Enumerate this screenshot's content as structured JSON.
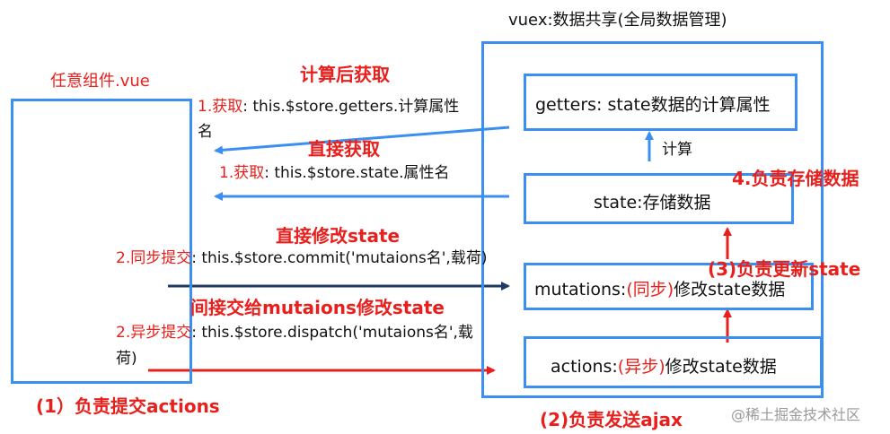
{
  "diagram": {
    "component_title": "任意组件.vue",
    "vuex_title": "vuex:数据共享(全局数据管理)",
    "getters_box": "getters: state数据的计算属性",
    "state_box": "state:存储数据",
    "mutations_box": {
      "prefix": "mutations:",
      "tag": "(同步)",
      "suffix": "修改state数据"
    },
    "actions_box": {
      "prefix": "actions:",
      "tag": "(异步)",
      "suffix": "修改state数据"
    },
    "heading_compute": "计算后获取",
    "line_getters": {
      "tag": "1.获取",
      "text": ": this.$store.getters.计算属性",
      "wrap": "名"
    },
    "heading_direct": "直接获取",
    "line_state": {
      "tag": "1.获取",
      "text": ": this.$store.state.属性名"
    },
    "heading_modify": "直接修改state",
    "line_commit": {
      "tag": "2.同步提交",
      "text": ": this.$store.commit('mutaions名',载荷)"
    },
    "heading_indirect": "间接交给mutaions修改state",
    "line_dispatch": {
      "tag": "2.异步提交",
      "text": ": this.$store.dispatch('mutaions名',载",
      "wrap": "荷)"
    },
    "label_compute": "计算",
    "label_store": "4.负责存储数据",
    "label_update": "(3)负责更新state",
    "label_actions": "(1）负责提交actions",
    "label_ajax": "(2)负责发送ajax",
    "watermark": "@稀土掘金技术社区"
  },
  "colors": {
    "box_border": "#3b8ff0",
    "red": "#e8201d",
    "dark_navy": "#1f3864",
    "text": "#111111"
  }
}
